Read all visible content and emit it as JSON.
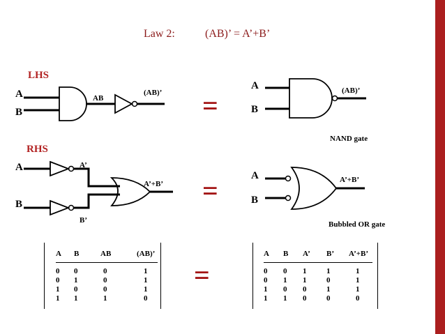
{
  "title": {
    "law": "Law 2:",
    "expression": "(AB)’ = A’+B’"
  },
  "lhs": {
    "label": "LHS",
    "input_a": "A",
    "input_b": "B",
    "and_output": "AB",
    "result": "(AB)’"
  },
  "nand": {
    "input_a": "A",
    "input_b": "B",
    "result": "(AB)’",
    "caption": "NAND gate"
  },
  "rhs": {
    "label": "RHS",
    "input_a": "A",
    "input_b": "B",
    "not_a": "A’",
    "not_b": "B’",
    "result": "A’+B’"
  },
  "bubbled_or": {
    "input_a": "A",
    "input_b": "B",
    "result": "A’+B’",
    "caption": "Bubbled OR gate"
  },
  "equals": "=",
  "table_left": {
    "headers": [
      "A",
      "B",
      "AB",
      "(AB)’"
    ],
    "rows": [
      [
        "0",
        "0",
        "0",
        "1"
      ],
      [
        "0",
        "1",
        "0",
        "1"
      ],
      [
        "1",
        "0",
        "0",
        "1"
      ],
      [
        "1",
        "1",
        "1",
        "0"
      ]
    ]
  },
  "table_right": {
    "headers": [
      "A",
      "B",
      "A’",
      "B’",
      "A’+B’"
    ],
    "rows": [
      [
        "0",
        "0",
        "1",
        "1",
        "1"
      ],
      [
        "0",
        "1",
        "1",
        "0",
        "1"
      ],
      [
        "1",
        "0",
        "0",
        "1",
        "1"
      ],
      [
        "1",
        "1",
        "0",
        "0",
        "0"
      ]
    ]
  },
  "colors": {
    "accent": "#ab1f1f",
    "title": "#8b1a1a",
    "label": "#b22222"
  }
}
